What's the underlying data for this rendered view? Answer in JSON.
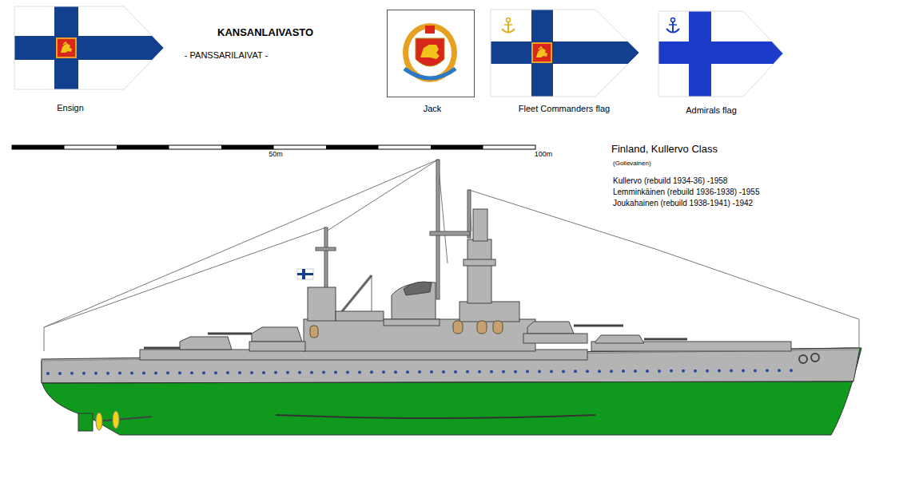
{
  "diagram": {
    "title": "KANSANLAIVASTO",
    "labels": [
      "- PANSSARILAIVAT -",
      "Ensign",
      "Jack",
      "Fleet Commanders flag",
      "Admirals flag",
      "50m",
      "100m",
      "Finland, Kullervo Class",
      "(Gollevainen)",
      "Kullervo (rebuild 1934-36) -1958",
      "Lemminkäinen (rebuild 1936-1938) -1955",
      "Joukahainen (rebuild 1938-1941) -1942"
    ]
  }
}
